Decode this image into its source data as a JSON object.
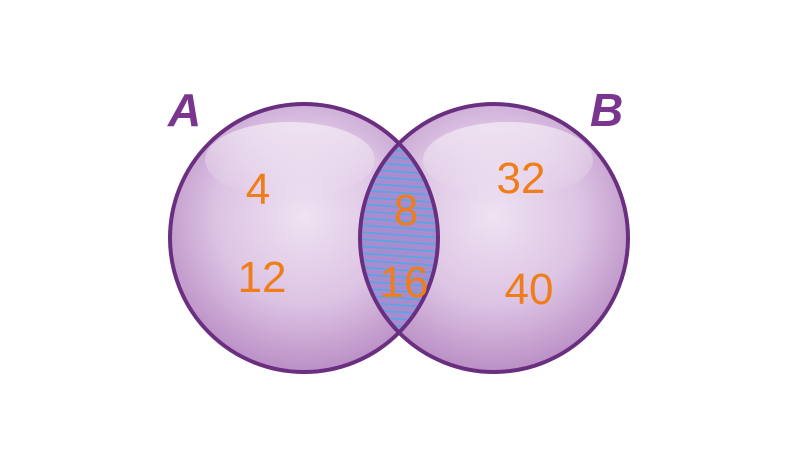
{
  "sets": {
    "a": {
      "label": "A",
      "only_elements": [
        "4",
        "12"
      ]
    },
    "b": {
      "label": "B",
      "only_elements": [
        "32",
        "40"
      ]
    },
    "intersection": {
      "elements": [
        "8",
        "16"
      ],
      "shaded": true
    }
  },
  "colors": {
    "circle_fill": "#dcc3e3",
    "circle_fill_edge": "#b88bc3",
    "circle_stroke": "#6a2f80",
    "label": "#7a3590",
    "number": "#ef7d1a",
    "hatch": "#4fa8e6",
    "intersection_fill": "#9e7cc4"
  }
}
